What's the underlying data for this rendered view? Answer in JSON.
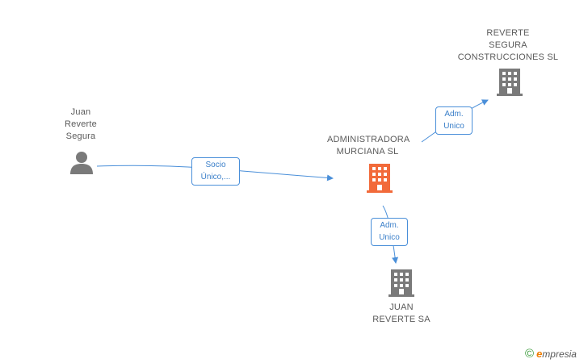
{
  "colors": {
    "edge": "#4a8fd9",
    "person": "#7a7a7a",
    "company": "#7a7a7a",
    "focus_company": "#f26a3a"
  },
  "nodes": {
    "juan_reverte_segura": {
      "lines": [
        "Juan",
        "Reverte",
        "Segura"
      ],
      "icon": "person-icon"
    },
    "administradora_murciana": {
      "lines": [
        "ADMINISTRADORA",
        "MURCIANA SL"
      ],
      "icon": "building-icon"
    },
    "reverte_segura_construcciones": {
      "lines": [
        "REVERTE",
        "SEGURA",
        "CONSTRUCCIONES SL"
      ],
      "icon": "building-icon"
    },
    "juan_reverte_sa": {
      "lines": [
        "JUAN",
        "REVERTE SA"
      ],
      "icon": "building-icon"
    }
  },
  "edges": {
    "socio_unico": {
      "lines": [
        "Socio",
        "Único,..."
      ]
    },
    "adm_unico_top": {
      "lines": [
        "Adm.",
        "Unico"
      ]
    },
    "adm_unico_bottom": {
      "lines": [
        "Adm.",
        "Unico"
      ]
    }
  },
  "brand": {
    "copyright": "©",
    "initial": "e",
    "rest": "mpresia"
  }
}
